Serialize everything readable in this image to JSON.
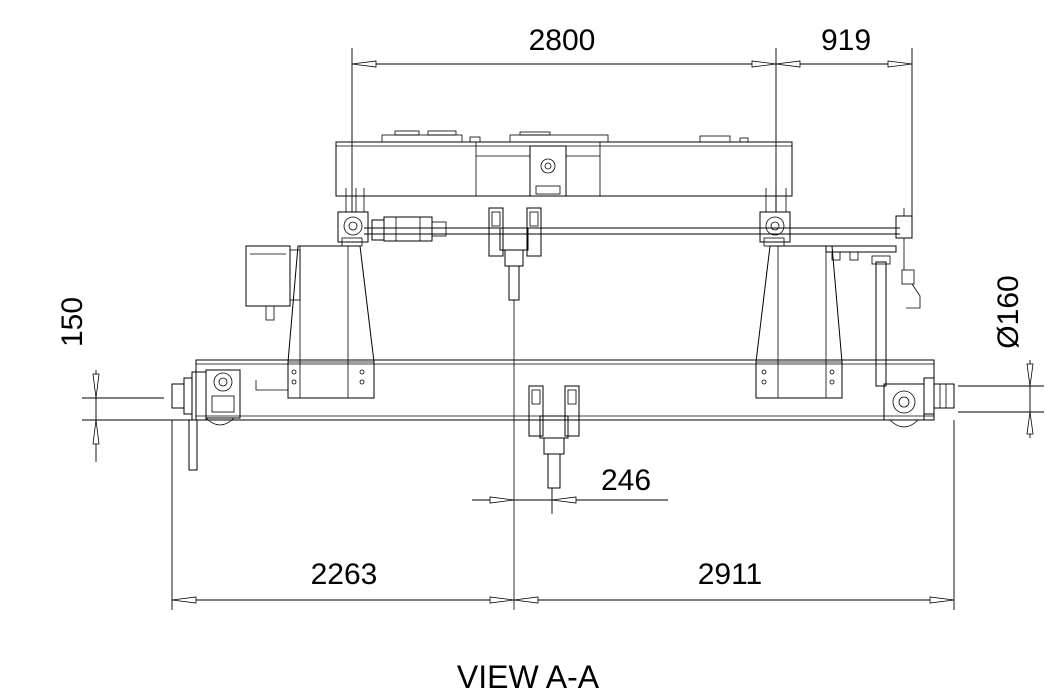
{
  "view_title": "VIEW A-A",
  "dimensions": {
    "top_span": "2800",
    "top_overhang": "919",
    "left_height": "150",
    "wheel_diameter": "Ø160",
    "hook_offset": "246",
    "bottom_left": "2263",
    "bottom_right": "2911"
  }
}
